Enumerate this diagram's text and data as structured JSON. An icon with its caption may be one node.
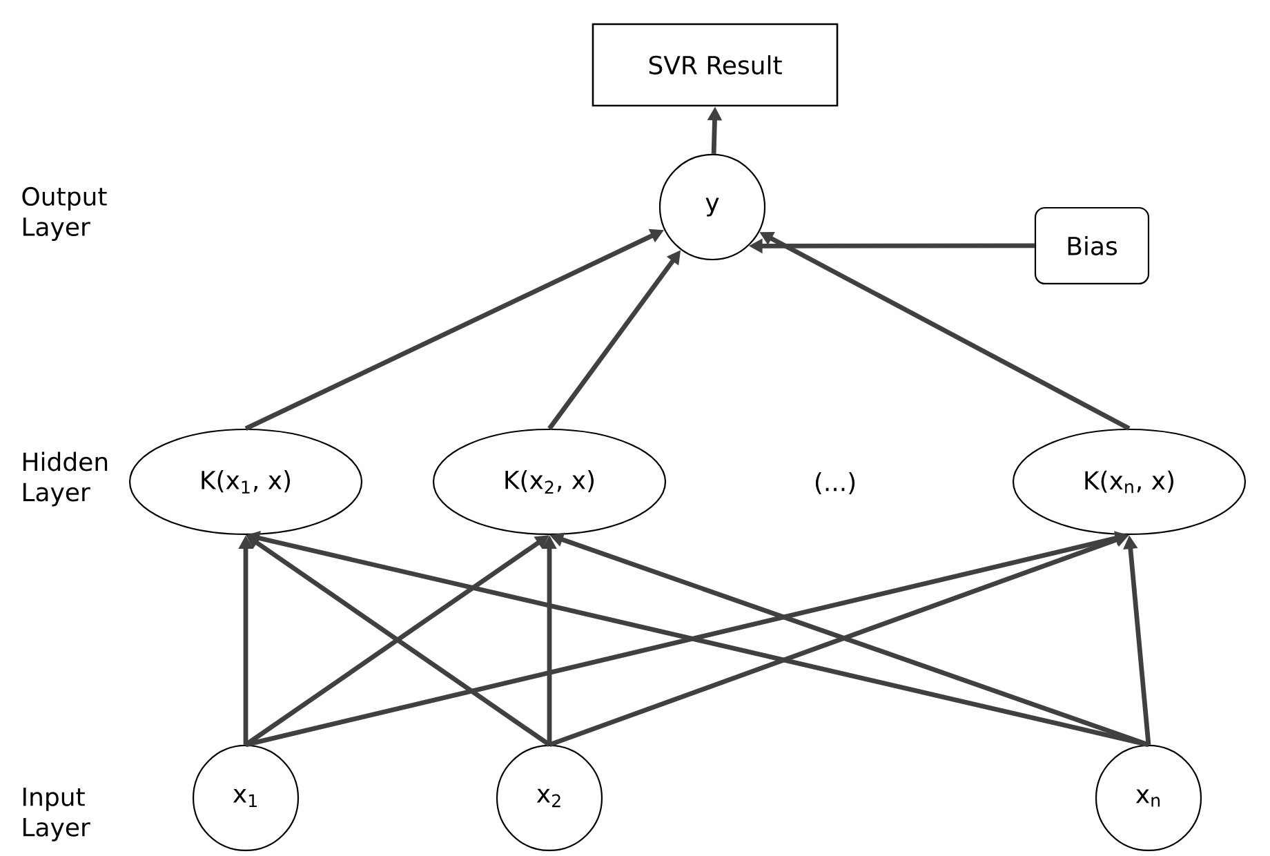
{
  "diagram": {
    "nodes": [
      {
        "text": [
          "SVR Result"
        ]
      },
      {
        "text": [
          "y"
        ]
      },
      {
        "text": [
          "Bias"
        ]
      },
      {
        "text": [
          "K(x$_{1}$, x)"
        ]
      },
      {
        "text": [
          "K(x$_{2}$, x)"
        ]
      },
      {
        "text": [
          "K(x$_{n}$, x)"
        ]
      },
      {
        "text": [
          "x$_{1}$"
        ]
      },
      {
        "text": [
          "x$_{2}$"
        ]
      },
      {
        "text": [
          "x$_{n}$"
        ]
      }
    ],
    "edges": [
      {
        "from": 1,
        "to": 0,
        "arrow": "to"
      },
      {
        "from": 2,
        "to": 1,
        "arrow": "to"
      },
      {
        "from": 3,
        "to": 1,
        "arrow": "to"
      },
      {
        "from": 4,
        "to": 1,
        "arrow": "to"
      },
      {
        "from": 5,
        "to": 1,
        "arrow": "to"
      },
      {
        "from": 6,
        "to": 3,
        "arrow": "to"
      },
      {
        "from": 6,
        "to": 4,
        "arrow": "to"
      },
      {
        "from": 6,
        "to": 5,
        "arrow": "to"
      },
      {
        "from": 7,
        "to": 3,
        "arrow": "to"
      },
      {
        "from": 7,
        "to": 4,
        "arrow": "to"
      },
      {
        "from": 7,
        "to": 5,
        "arrow": "to"
      },
      {
        "from": 8,
        "to": 3,
        "arrow": "to"
      },
      {
        "from": 8,
        "to": 4,
        "arrow": "to"
      },
      {
        "from": 8,
        "to": 5,
        "arrow": "to"
      }
    ],
    "labels": [
      "Output Layer",
      "Hidden Layer",
      "(...)",
      "Input Layer"
    ]
  }
}
